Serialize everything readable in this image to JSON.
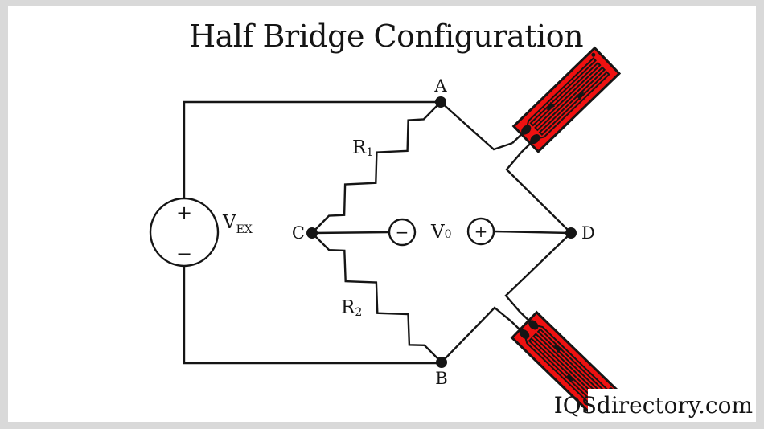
{
  "title": "Half Bridge Configuration",
  "watermark": "IQSdirectory.com",
  "nodes": {
    "a": "A",
    "b": "B",
    "c": "C",
    "d": "D"
  },
  "excitation_source": {
    "symbol": "V",
    "subscript": "EX",
    "plus": "+",
    "minus": "−"
  },
  "output": {
    "symbol": "V",
    "subscript": "0",
    "minus": "−",
    "plus": "+"
  },
  "resistors": {
    "r1": {
      "symbol": "R",
      "subscript": "1"
    },
    "r2": {
      "symbol": "R",
      "subscript": "2"
    }
  },
  "colors": {
    "gauge_red": "#ee1111",
    "line": "#151515",
    "canvas": "#ffffff",
    "background": "#d9d9d9"
  }
}
